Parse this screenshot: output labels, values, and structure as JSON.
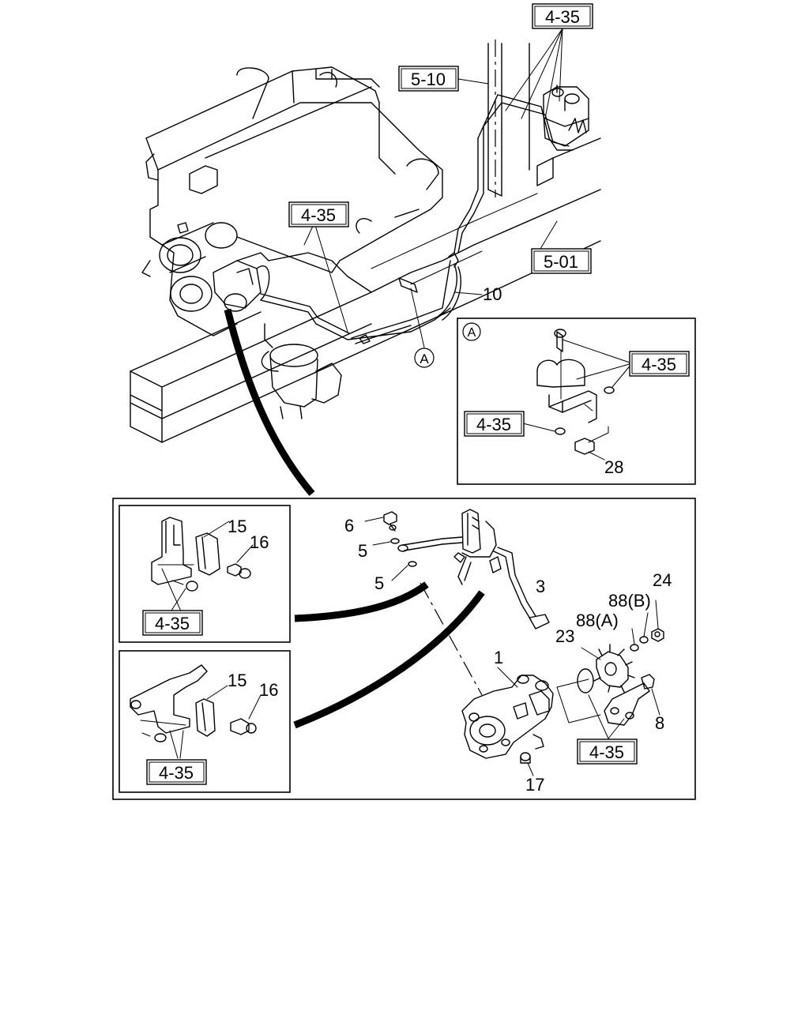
{
  "diagram": {
    "refs": {
      "r1": "4-35",
      "r2": "5-10",
      "r3": "4-35",
      "r4": "5-01",
      "r5": "4-35",
      "r6": "4-35",
      "r7": "4-35",
      "r8": "4-35",
      "r9": "4-35"
    },
    "callouts": {
      "c10": "10",
      "cA_main": "A",
      "cA_detail": "A",
      "c28": "28",
      "c6": "6",
      "c5a": "5",
      "c5b": "5",
      "c3": "3",
      "c24": "24",
      "c88b": "88(B)",
      "c88a": "88(A)",
      "c23": "23",
      "c1": "1",
      "c8": "8",
      "c17": "17",
      "c15a": "15",
      "c16a": "16",
      "c15b": "15",
      "c16b": "16"
    }
  }
}
